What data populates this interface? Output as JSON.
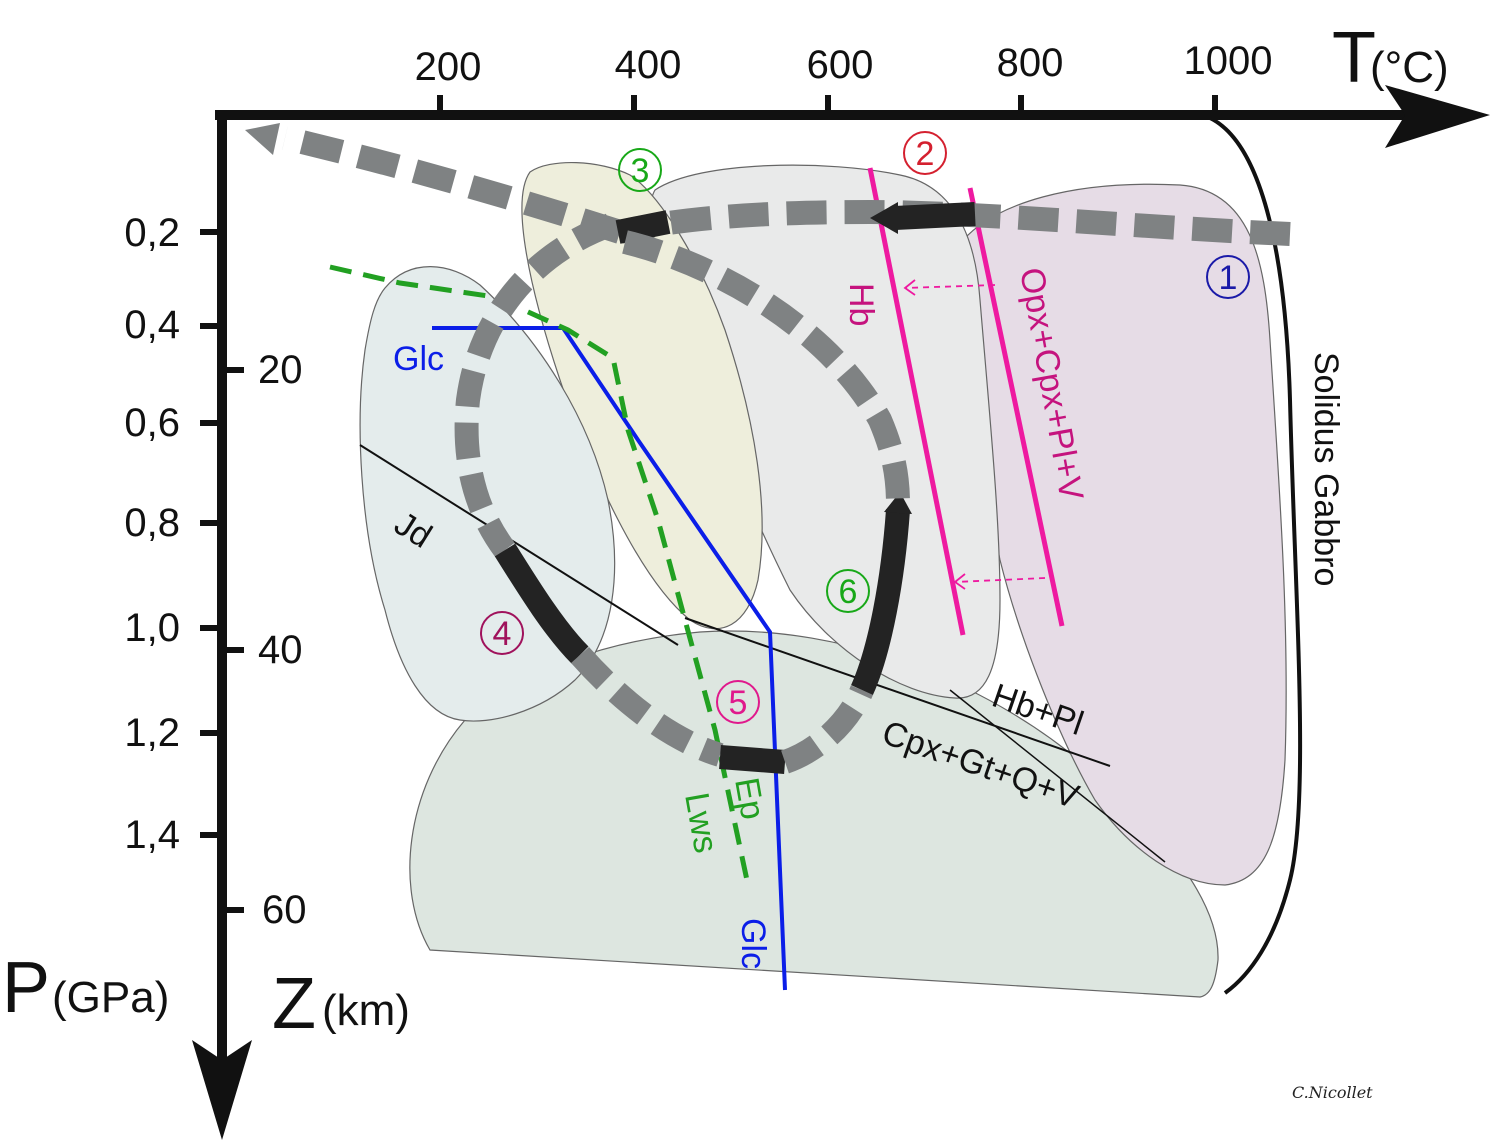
{
  "axes": {
    "t_title": "T",
    "t_unit": "(°C)",
    "p_title": "P",
    "p_unit": "(GPa)",
    "z_title": "Z",
    "z_unit": "(km)",
    "t_ticks": [
      "200",
      "400",
      "600",
      "800",
      "1000"
    ],
    "p_ticks": [
      "0,2",
      "0,4",
      "0,6",
      "0,8",
      "1,0",
      "1,2",
      "1,4"
    ],
    "z_ticks": [
      "20",
      "40",
      "60"
    ]
  },
  "labels": {
    "glc_top": "Glc",
    "glc_bottom": "Glc",
    "jd": "Jd",
    "hb": "Hb",
    "opx": "Opx+Cpx+Pl+V",
    "ep": "Ep",
    "lws": "Lws",
    "hb_pl": "Hb+Pl",
    "cpx_gt": "Cpx+Gt+Q+V",
    "solidus": "Solidus Gabbro"
  },
  "stages": [
    "1",
    "2",
    "3",
    "4",
    "5",
    "6"
  ],
  "colors": {
    "stage1": "#1a1aa8",
    "stage2": "#d4202f",
    "stage3": "#18a818",
    "stage4": "#a0125c",
    "stage5": "#e0198c",
    "stage6": "#18a818",
    "glaucophane": "#0b1ee8",
    "lawsonite": "#22a022",
    "hornblende": "#ee1aa0",
    "path_dashed": "#7f8283",
    "path_solid": "#232323"
  },
  "credit": "C.Nicollet"
}
